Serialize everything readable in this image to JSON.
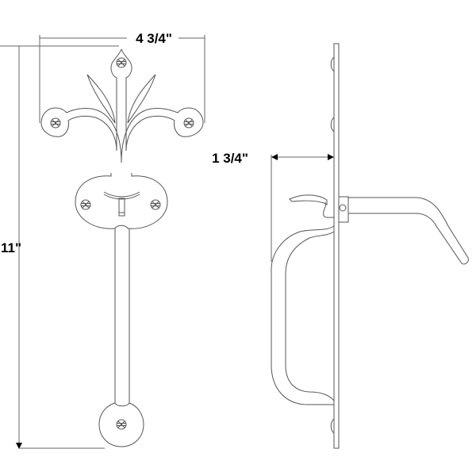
{
  "dimensions": {
    "width_label": "4 3/4\"",
    "height_label": "11\"",
    "projection_label": "1 3/4\""
  },
  "colors": {
    "line": "#555555",
    "text": "#000000",
    "background": "#ffffff"
  }
}
